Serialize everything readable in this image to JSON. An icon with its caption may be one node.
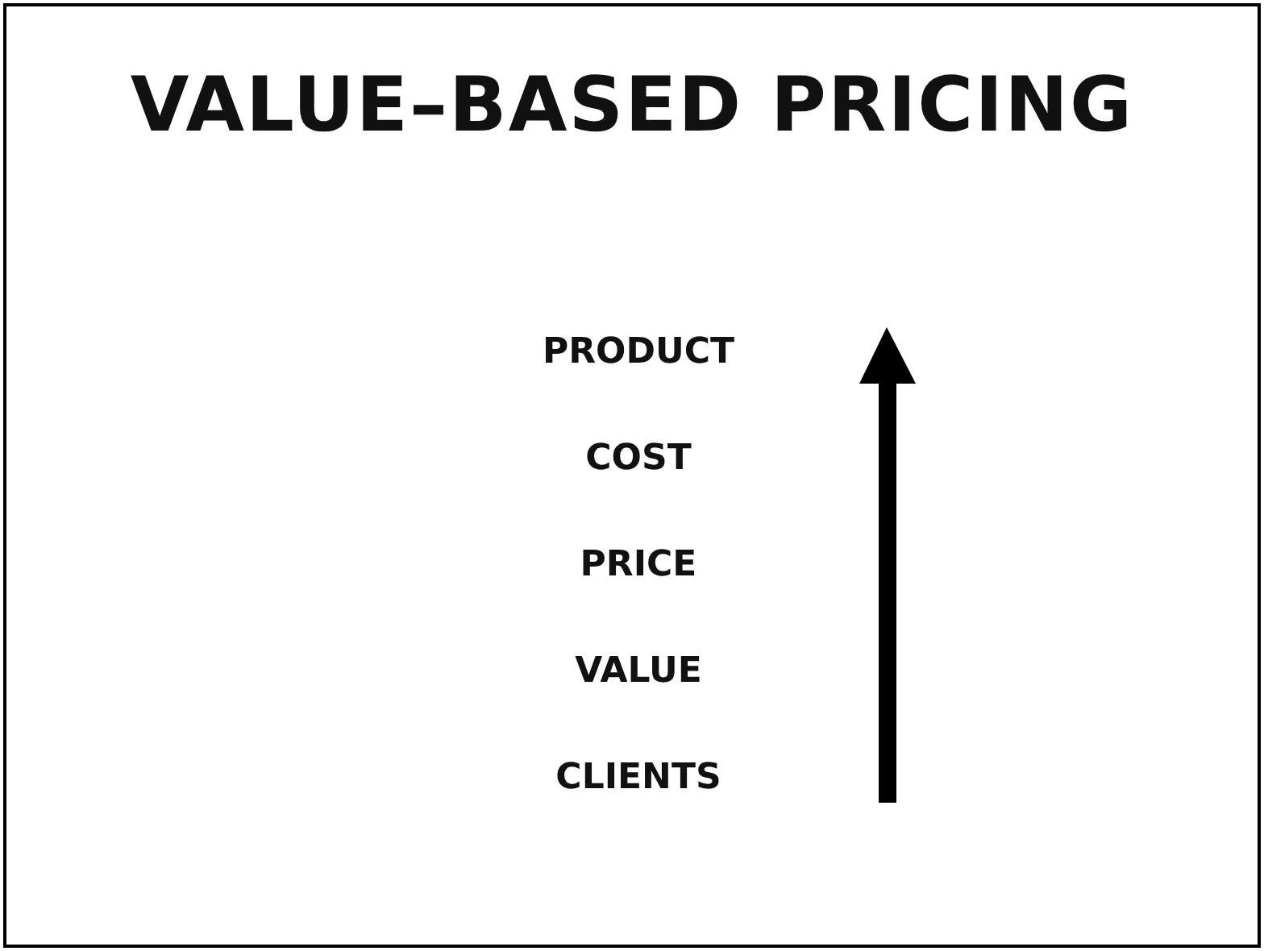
{
  "diagram": {
    "title": "VALUE–BASED PRICING",
    "labels": [
      "PRODUCT",
      "COST",
      "PRICE",
      "VALUE",
      "CLIENTS"
    ]
  }
}
